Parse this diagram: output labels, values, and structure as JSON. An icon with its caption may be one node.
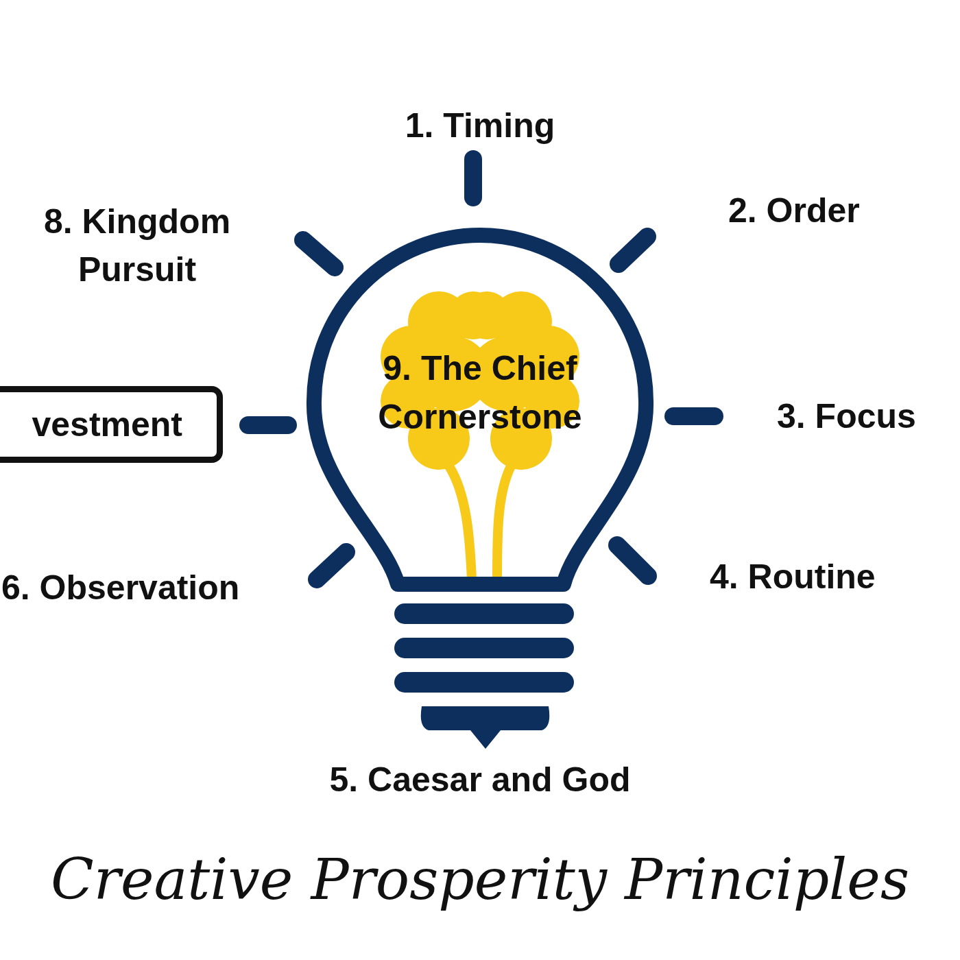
{
  "diagram": {
    "caption": "Creative Prosperity Principles",
    "nodes": [
      {
        "text": [
          "9. The Chief Cornerstone"
        ]
      },
      {
        "text": [
          "vestment"
        ]
      }
    ],
    "labels": [
      "1. Timing",
      "2. Order",
      "8. Kingdom Pursuit",
      "3. Focus",
      "4. Routine",
      "6. Observation",
      "5. Caesar and God"
    ]
  }
}
